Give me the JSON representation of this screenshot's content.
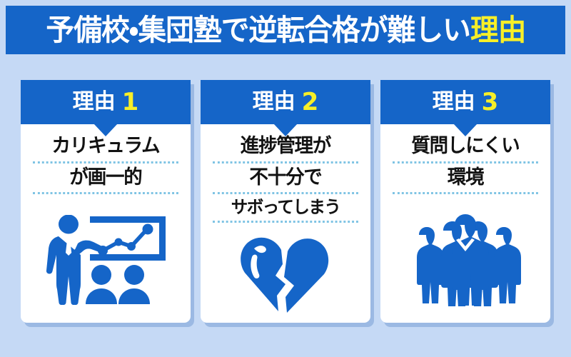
{
  "theme": {
    "background": "#c5d9f5",
    "brand_blue": "#1565c8",
    "accent_yellow": "#f7ef28",
    "text_black": "#121212",
    "dotted_rule": "#7fc4e4",
    "card_white": "#ffffff"
  },
  "banner": {
    "title_main": "予備校・集団塾で逆転合格が難しい",
    "title_accent": "理由"
  },
  "cards": [
    {
      "badge_label": "理由",
      "badge_number": "1",
      "headline_lines": [
        "カリキュラム",
        "が画一的"
      ],
      "illustration": "teacher-presenting-chart-icon"
    },
    {
      "badge_label": "理由",
      "badge_number": "2",
      "headline_lines": [
        "進捗管理が",
        "不十分で",
        "サボってしまう"
      ],
      "illustration": "broken-heart-icon"
    },
    {
      "badge_label": "理由",
      "badge_number": "3",
      "headline_lines": [
        "質問しにくい",
        "環境"
      ],
      "illustration": "group-of-people-icon"
    }
  ]
}
